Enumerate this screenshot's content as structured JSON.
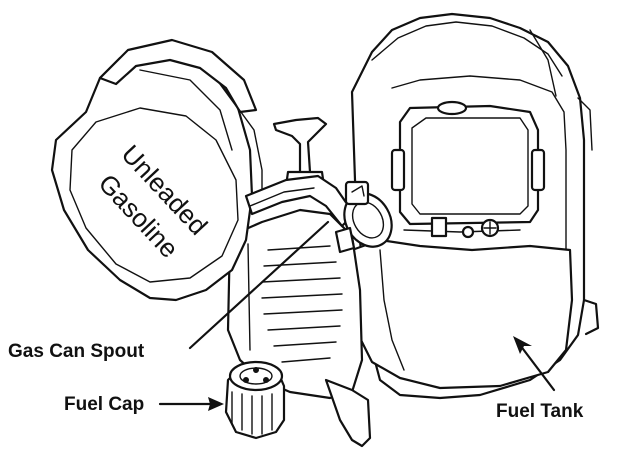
{
  "can_label": {
    "line1": "Unleaded",
    "line2": "Gasoline"
  },
  "callouts": {
    "gas_can_spout": "Gas Can Spout",
    "fuel_cap": "Fuel Cap",
    "fuel_tank": "Fuel Tank"
  }
}
